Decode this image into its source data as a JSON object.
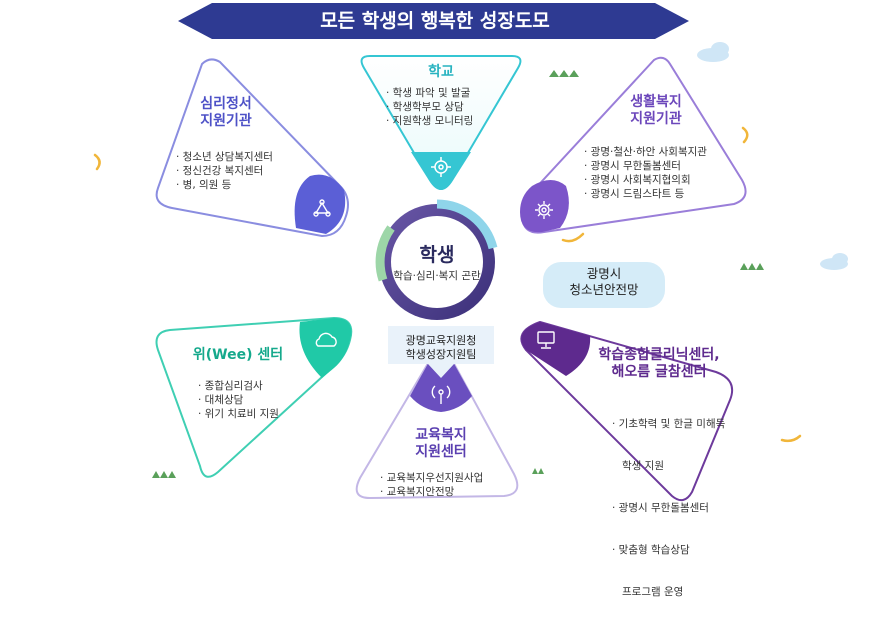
{
  "banner": {
    "title": "모든 학생의 행복한 성장도모"
  },
  "center": {
    "title": "학생",
    "subtitle": "학습·심리·복지 곤란"
  },
  "center_tab": {
    "line1": "광명교육지원청",
    "line2": "학생성장지원팀"
  },
  "network_pill": {
    "line1": "광명시",
    "line2": "청소년안전망"
  },
  "school": {
    "title": "학교",
    "items": [
      "· 학생 파악 및 발굴",
      "· 학생학부모 상담",
      "· 지원학생 모니터링"
    ]
  },
  "psych": {
    "title_line1": "심리정서",
    "title_line2": "지원기관",
    "items": [
      "· 청소년 상담복지센터",
      "· 정신건강 복지센터",
      "· 병, 의원 등"
    ]
  },
  "welfare": {
    "title_line1": "생활복지",
    "title_line2": "지원기관",
    "items": [
      "· 광명·철산·하안 사회복지관",
      "· 광명시 무한돌봄센터",
      "· 광명시 사회복지협의회",
      "· 광명시 드림스타트 등"
    ]
  },
  "wee": {
    "title": "위(Wee) 센터",
    "items": [
      "· 종합심리검사",
      "· 대체상담",
      "· 위기 치료비 지원"
    ]
  },
  "edu_welfare": {
    "title_line1": "교육복지",
    "title_line2": "지원센터",
    "items": [
      "· 교육복지우선지원사업",
      "· 교육복지안전망"
    ]
  },
  "learning": {
    "title_line1": "학습종합클리닉센터,",
    "title_line2": "해오름 글참센터",
    "items": [
      "· 기초학력 및 한글 미해득",
      "   학생 지원",
      "· 광명시 무한돌봄센터",
      "· 맞춤형 학습상담",
      "   프로그램 운영"
    ]
  },
  "colors": {
    "banner": "#2e3a92",
    "school": "#35c6d3",
    "psych": "#5b5fd6",
    "welfare": "#7c55c9",
    "wee": "#20c9a7",
    "edu_welfare": "#6a4fbf",
    "learning": "#5e2a8e",
    "ring": "#4a3c8c"
  },
  "icons": {
    "school": "target-icon",
    "psych": "triangle-dots-icon",
    "welfare": "gear-icon",
    "wee": "cloud-icon",
    "edu_welfare": "antenna-icon",
    "learning": "monitor-icon"
  }
}
